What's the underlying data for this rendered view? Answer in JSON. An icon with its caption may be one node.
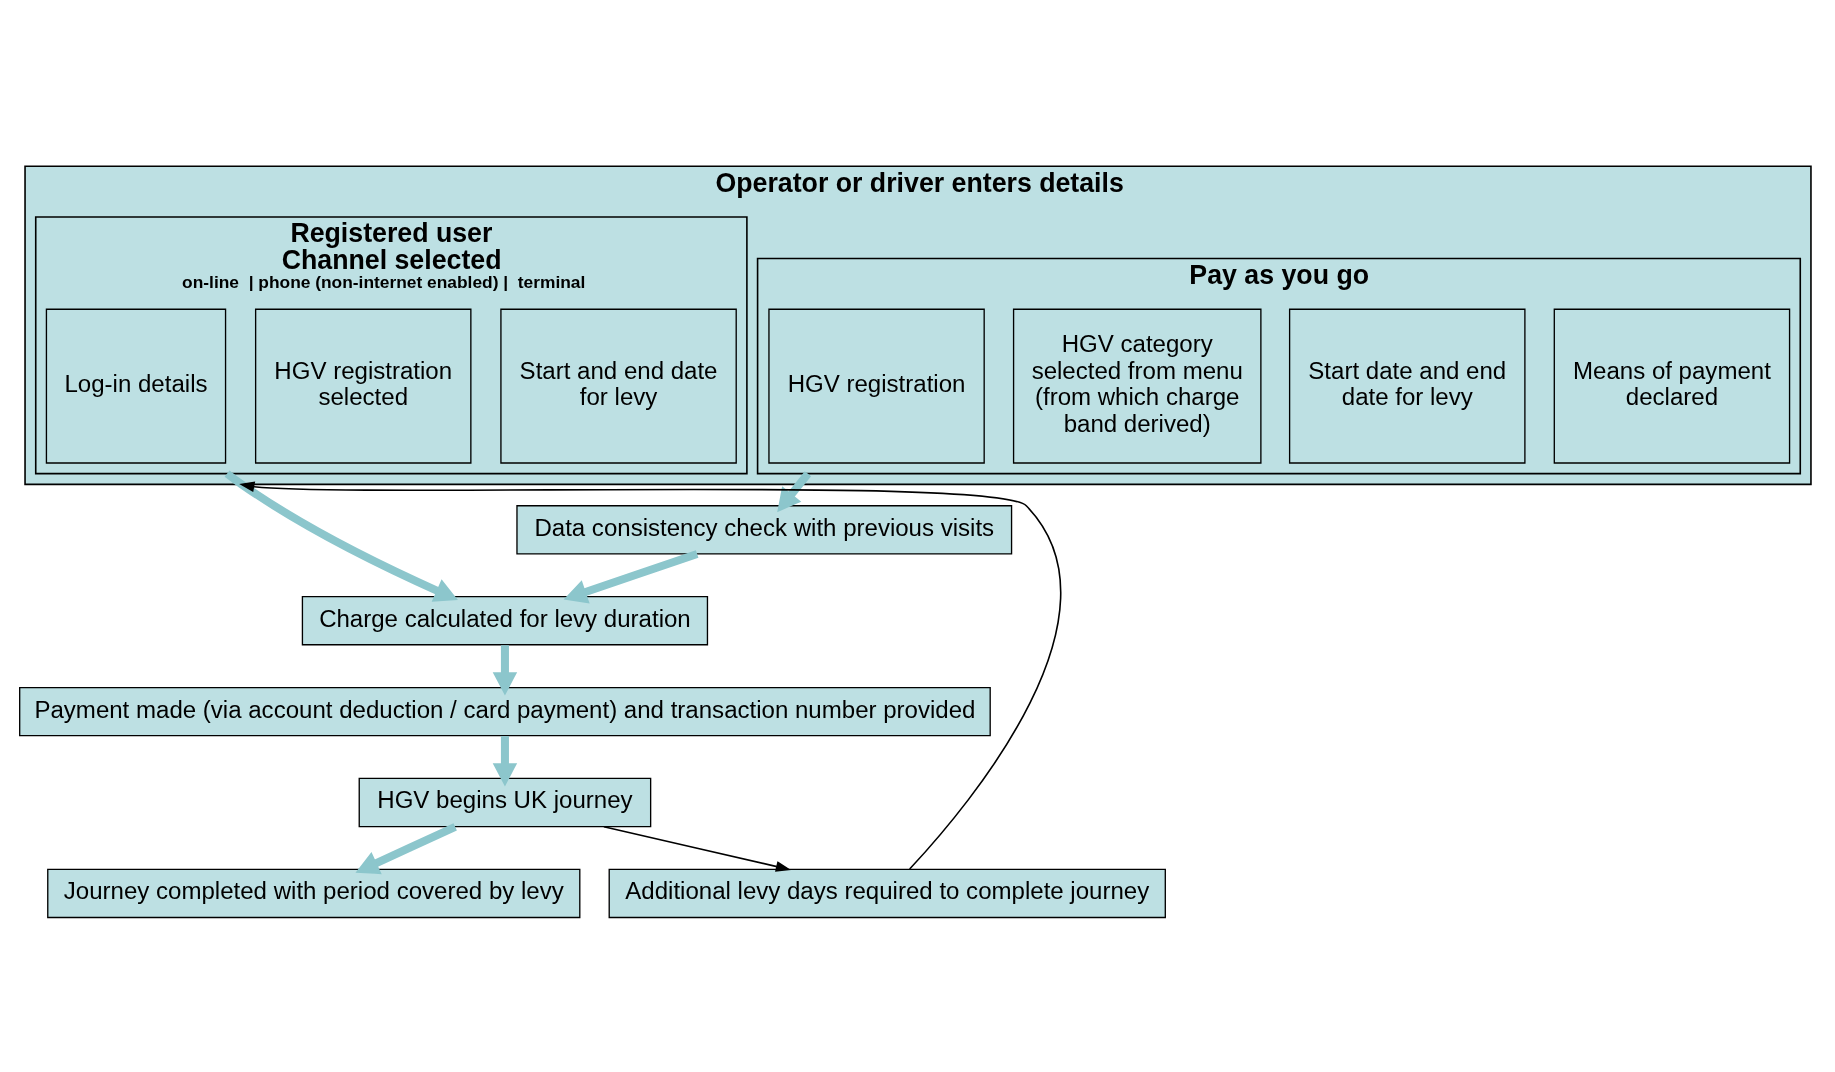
{
  "diagram": {
    "nodes": [
      {
        "text": [
          "Operator or driver enters details"
        ]
      },
      {
        "text": [
          "Registered user",
          "Channel selected",
          "on-line  | phone (non-internet enabled) |  terminal"
        ],
        "in": 0
      },
      {
        "text": [
          "Log-in details"
        ],
        "in": 1
      },
      {
        "text": [
          "HGV registration selected"
        ],
        "in": 1
      },
      {
        "text": [
          "Start and end date for levy"
        ],
        "in": 1
      },
      {
        "text": [
          "Pay as you go"
        ],
        "in": 0
      },
      {
        "text": [
          "HGV registration"
        ],
        "in": 5
      },
      {
        "text": [
          "HGV category selected from menu (from which charge band derived)"
        ],
        "in": 5
      },
      {
        "text": [
          "Start date and end date for levy"
        ],
        "in": 5
      },
      {
        "text": [
          "Means of payment declared"
        ],
        "in": 5
      },
      {
        "text": [
          "Data consistency check with previous visits"
        ]
      },
      {
        "text": [
          "Charge calculated for levy duration"
        ]
      },
      {
        "text": [
          "Payment made (via account deduction / card payment) and transaction number provided"
        ]
      },
      {
        "text": [
          "HGV begins UK journey"
        ]
      },
      {
        "text": [
          "Journey completed with period covered by levy"
        ]
      },
      {
        "text": [
          "Additional levy days required to complete journey"
        ]
      }
    ],
    "edges": [
      {
        "from": 5,
        "to": 10,
        "arrow": "to"
      },
      {
        "from": 1,
        "to": 11,
        "arrow": "to"
      },
      {
        "from": 10,
        "to": 11,
        "arrow": "to"
      },
      {
        "from": 11,
        "to": 12,
        "arrow": "to"
      },
      {
        "from": 12,
        "to": 13,
        "arrow": "to"
      },
      {
        "from": 13,
        "to": 14,
        "arrow": "to"
      },
      {
        "from": 13,
        "to": 15,
        "arrow": "to",
        "color": "#000000"
      },
      {
        "from": 15,
        "to": 0,
        "arrow": "to",
        "color": "#000000"
      }
    ]
  }
}
